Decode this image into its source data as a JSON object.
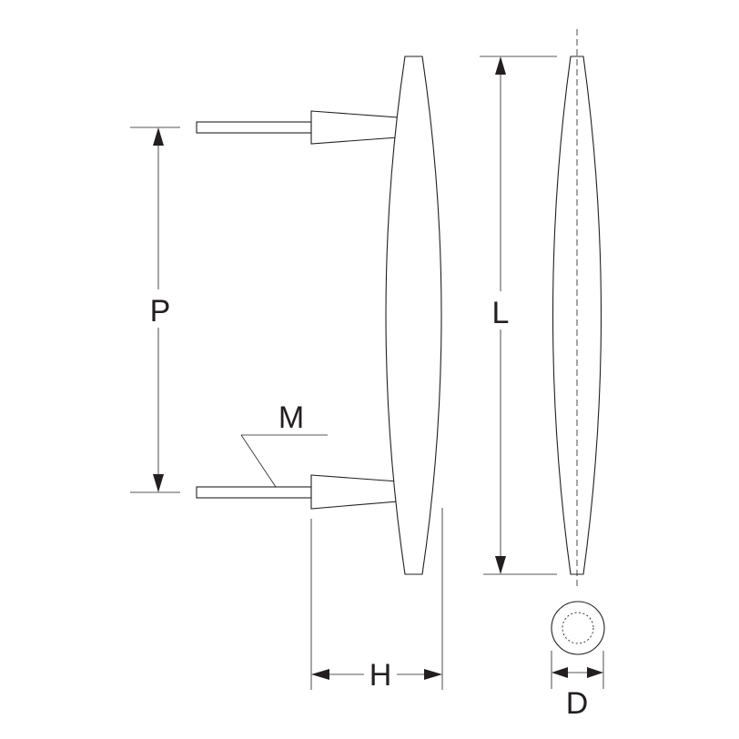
{
  "labels": {
    "pitch": "P",
    "length": "L",
    "thread": "M",
    "height": "H",
    "diameter": "D"
  }
}
